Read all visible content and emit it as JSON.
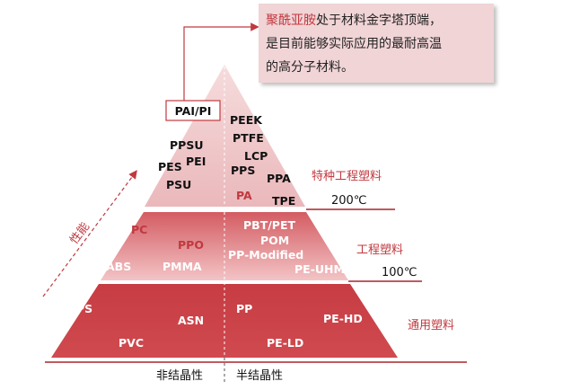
{
  "callout": {
    "highlight": "聚酰亚胺",
    "line1_rest": "处于材料金字塔顶端，",
    "line2": "是目前能够实际应用的最耐高温",
    "line3": "的高分子材料。"
  },
  "top_tag": "PAI/PI",
  "tiers": {
    "special": {
      "name": "特种工程塑料",
      "temp": "200℃",
      "amorphous": [
        "PPSU",
        "PEI",
        "PES",
        "PSU"
      ],
      "semicrystalline": [
        "PEEK",
        "PTFE",
        "LCP",
        "PPS",
        "PPA",
        "PA",
        "TPE"
      ]
    },
    "engineering": {
      "name": "工程塑料",
      "temp": "100℃",
      "amorphous": [
        "PC",
        "PPO",
        "ABS",
        "PMMA"
      ],
      "semicrystalline": [
        "PBT/PET",
        "POM",
        "PP-Modified",
        "PE-UHMW"
      ]
    },
    "general": {
      "name": "通用塑料",
      "amorphous": [
        "PS",
        "ASN",
        "PVC"
      ],
      "semicrystalline": [
        "PP",
        "PE-HD",
        "PE-LD"
      ]
    }
  },
  "axis": {
    "performance": "性能",
    "amorphous": "非结晶性",
    "semicrystalline": "半结晶性"
  },
  "colors": {
    "top": "#efc6c8",
    "middle": "#d96f74",
    "bottom": "#c83f45",
    "accent": "#c0393f",
    "line": "#a8262c"
  }
}
